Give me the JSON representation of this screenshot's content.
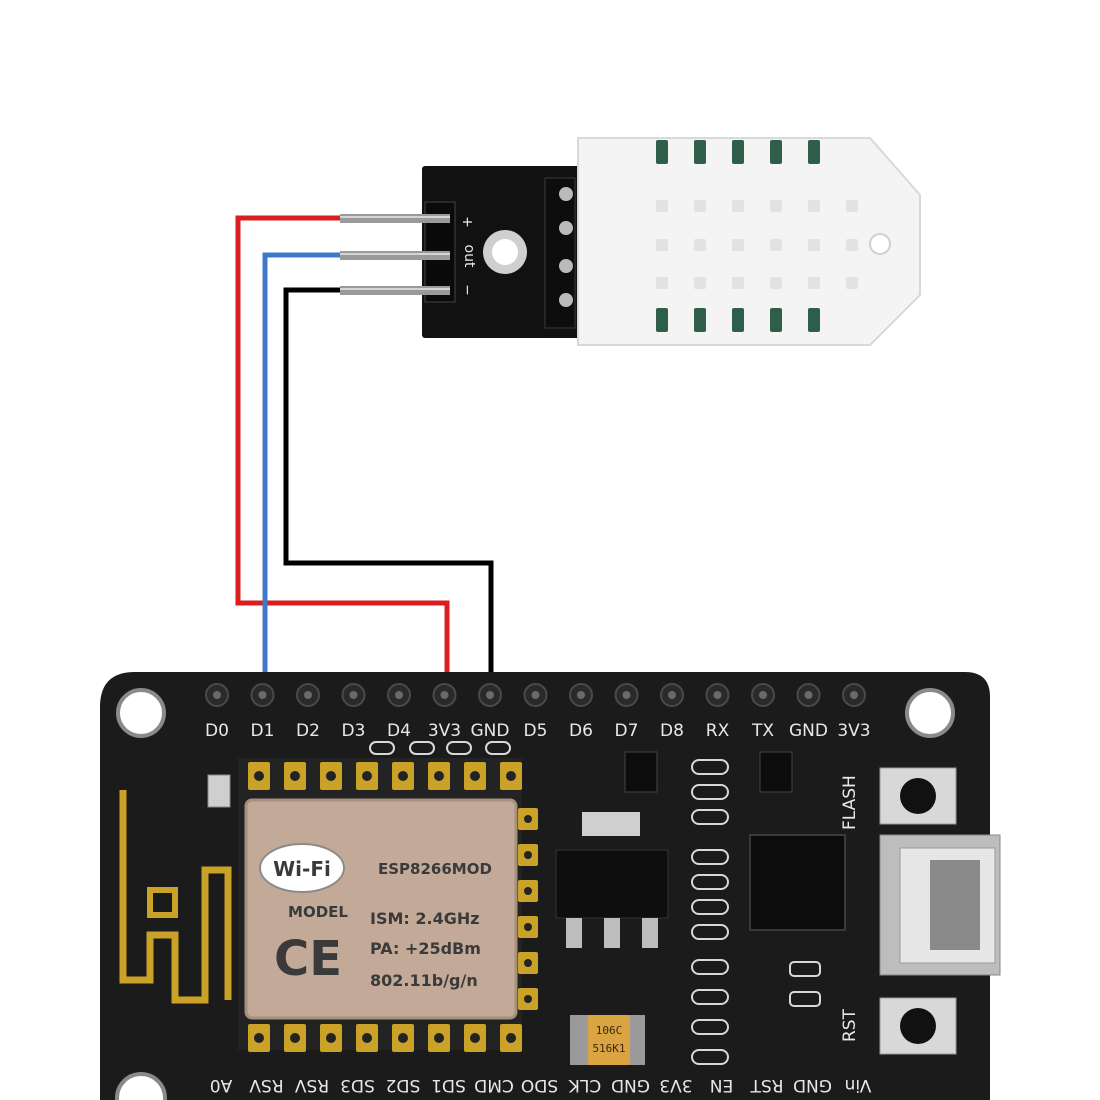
{
  "sensor": {
    "pin_labels": [
      "+",
      "out",
      "−"
    ]
  },
  "board": {
    "top_pins": [
      "D0",
      "D1",
      "D2",
      "D3",
      "D4",
      "3V3",
      "GND",
      "D5",
      "D6",
      "D7",
      "D8",
      "RX",
      "TX",
      "GND",
      "3V3"
    ],
    "bottom_pins": [
      "Vin",
      "GND",
      "RST",
      "EN",
      "3V3",
      "GND",
      "CLK",
      "SDO",
      "CMD",
      "SD1",
      "SD2",
      "SD3",
      "RSV",
      "RSV",
      "A0"
    ],
    "flash_label": "FLASH",
    "rst_label": "RST"
  },
  "module": {
    "wifi_logo": "Wi-Fi",
    "model_word": "MODEL",
    "ce_mark": "CE",
    "name": "ESP8266MOD",
    "ism": "ISM: 2.4GHz",
    "pa": "PA: +25dBm",
    "standard": "802.11b/g/n"
  },
  "capacitor": {
    "line1": "106C",
    "line2": "516K1"
  },
  "colors": {
    "wire_vcc": "#d81e1e",
    "wire_data": "#3f78c8",
    "wire_gnd": "#000000",
    "board": "#1b1b1b",
    "sensor_housing": "#f4f4f4",
    "antenna": "#c9a227"
  },
  "wiring": [
    {
      "from": "+",
      "to": "3V3",
      "color": "red"
    },
    {
      "from": "out",
      "to": "D1",
      "color": "blue"
    },
    {
      "from": "−",
      "to": "GND",
      "color": "black"
    }
  ]
}
